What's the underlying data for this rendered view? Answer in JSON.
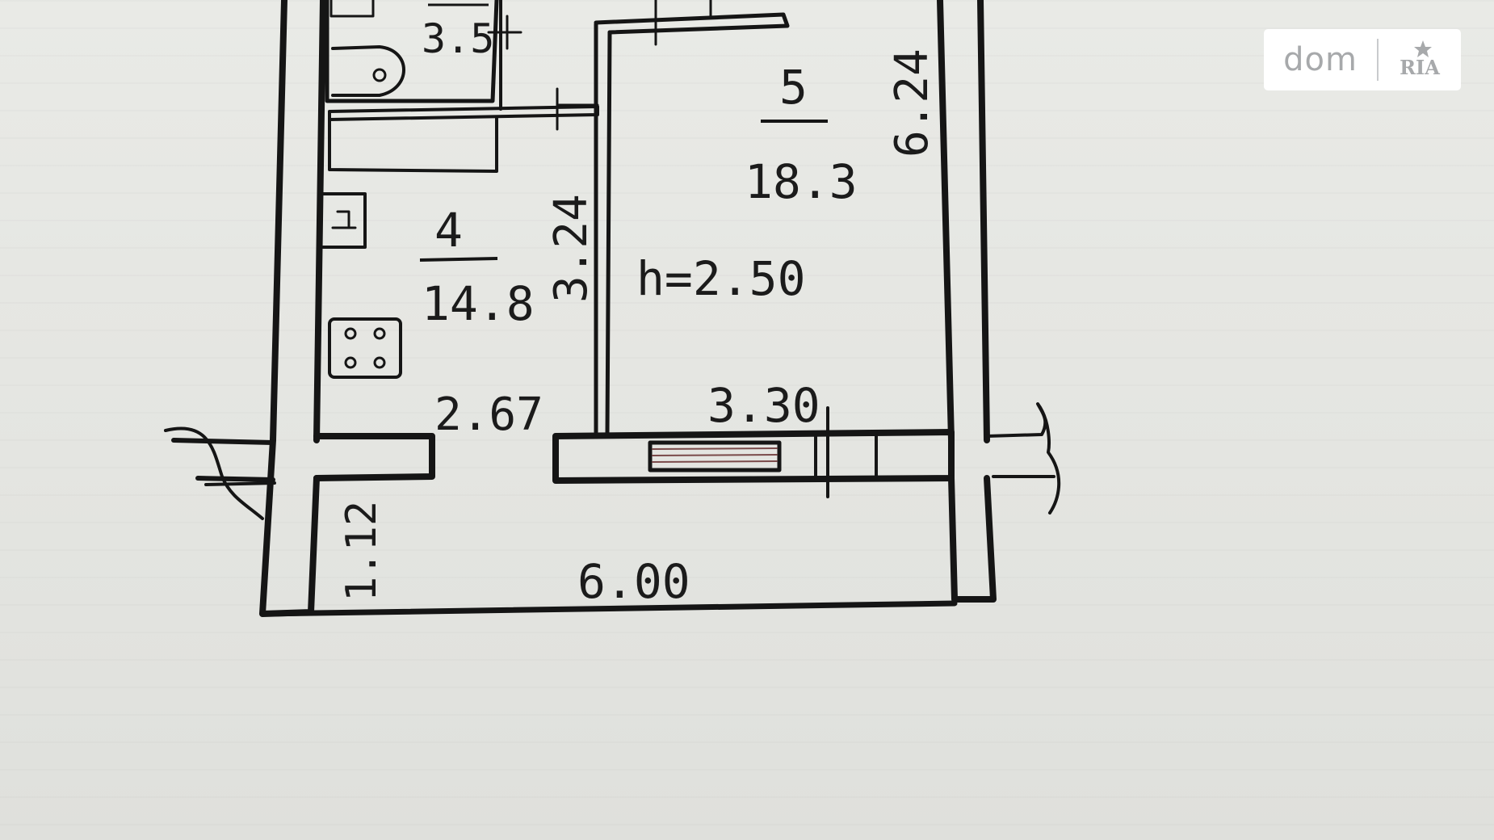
{
  "watermark": {
    "brand": "dom",
    "ria": "RIA"
  },
  "rooms": [
    {
      "number": "4",
      "area": "14.8"
    },
    {
      "number": "5",
      "area": "18.3"
    }
  ],
  "labels": {
    "bath_area": "3.5",
    "ceiling_height": "h=2.50",
    "dim_room5_height": "6.24",
    "dim_kitchen_height": "3.24",
    "dim_kitchen_width": "2.67",
    "dim_room5_width": "3.30",
    "dim_balcony_width": "6.00",
    "dim_balcony_depth": "1.12"
  }
}
